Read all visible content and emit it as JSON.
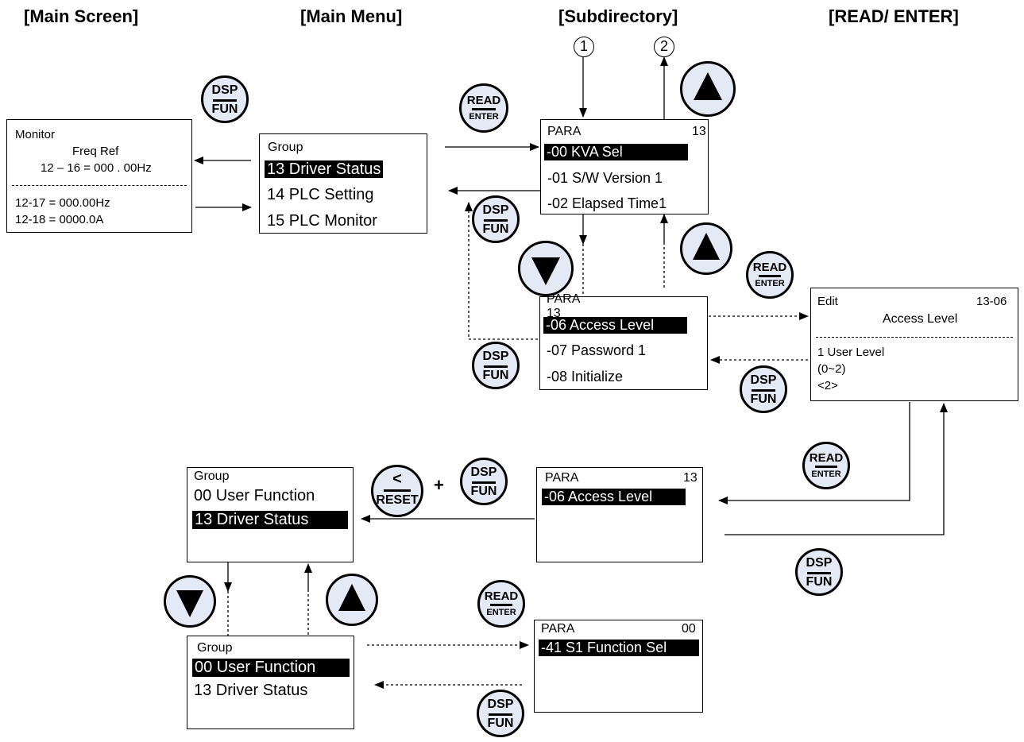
{
  "headers": {
    "main_screen": "[Main Screen]",
    "main_menu": "[Main Menu]",
    "subdirectory": "[Subdirectory]",
    "read_enter": "[READ/ ENTER]"
  },
  "markers": {
    "one": "1",
    "two": "2"
  },
  "keys": {
    "dsp": "DSP",
    "fun": "FUN",
    "read": "READ",
    "enter": "ENTER",
    "less": "<",
    "reset": "RESET",
    "plus": "+"
  },
  "monitor_screen": {
    "title": "Monitor",
    "line_ref": "Freq  Ref",
    "line_main": "12  –  16 = 000 . 00Hz",
    "line_a": "12-17 = 000.00Hz",
    "line_b": "12-18 = 0000.0A"
  },
  "group_menu": {
    "title": "Group",
    "items": [
      "13 Driver Status",
      "14 PLC Setting",
      "15 PLC Monitor"
    ]
  },
  "para_top": {
    "title": "PARA",
    "group": "13",
    "items": [
      "-00 KVA Sel",
      "-01  S/W Version 1",
      "-02 Elapsed Time1"
    ]
  },
  "para_mid": {
    "title": "PARA",
    "group": "13",
    "items": [
      "-06 Access Level",
      "-07 Password 1",
      "-08 Initialize"
    ]
  },
  "edit_screen": {
    "title": "Edit",
    "code": "13-06",
    "name": "Access Level",
    "value": "1   User Level",
    "range": "(0~2)",
    "default": "<2>"
  },
  "para_bottom": {
    "title": "PARA",
    "group": "13",
    "item": "-06 Access Level"
  },
  "group_upper": {
    "title": "Group",
    "items": [
      "00 User Function",
      "13 Driver Status"
    ]
  },
  "group_lower": {
    "title": "Group",
    "items": [
      "00 User Function",
      "13 Driver Status"
    ]
  },
  "para_last": {
    "title": "PARA",
    "group": "00",
    "item": "-41 S1 Function Sel"
  }
}
